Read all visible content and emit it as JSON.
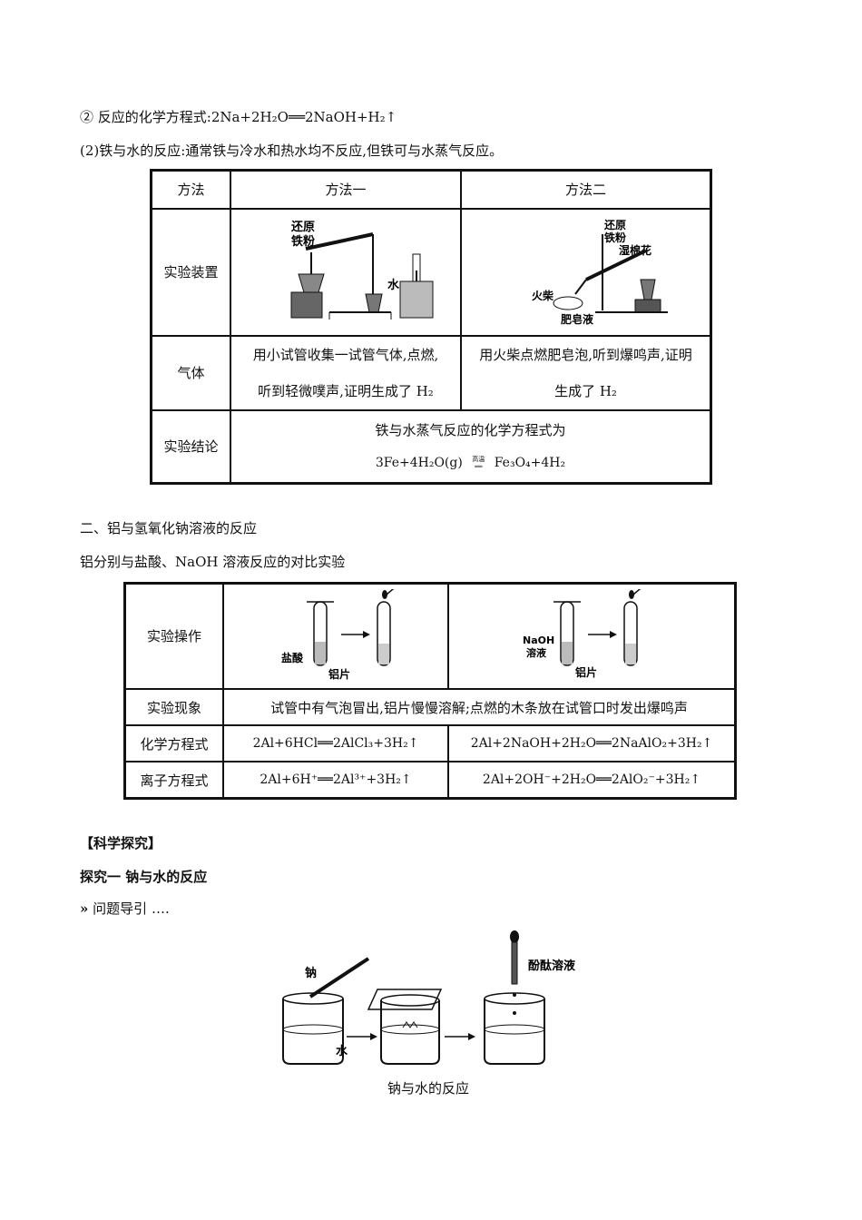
{
  "section1": {
    "line_equation": "② 反应的化学方程式:2Na+2H₂O══2NaOH+H₂↑",
    "line_iron": "(2)铁与水的反应:通常铁与冷水和热水均不反应,但铁可与水蒸气反应。"
  },
  "iron_table": {
    "h_method": "方法",
    "h_m1": "方法一",
    "h_m2": "方法二",
    "row_apparatus": "实验装置",
    "row_gas": "气体",
    "row_conclusion": "实验结论",
    "m1_labels": {
      "reduced_iron": "还原\n铁粉",
      "water": "水"
    },
    "m2_labels": {
      "reduced_iron": "还原\n铁粉",
      "wet_cotton": "湿棉花",
      "match": "火柴",
      "soap": "肥皂液"
    },
    "gas_m1_l1": "用小试管收集一试管气体,点燃,",
    "gas_m1_l2": "听到轻微噗声,证明生成了 H₂",
    "gas_m2_l1": "用火柴点燃肥皂泡,听到爆鸣声,证明",
    "gas_m2_l2": "生成了 H₂",
    "conclusion_l1": "铁与水蒸气反应的化学方程式为",
    "conclusion_eq_left": "3Fe+4H₂O(g)",
    "conclusion_cond_top": "高温",
    "conclusion_cond_bottom": "══",
    "conclusion_eq_right": "Fe₃O₄+4H₂"
  },
  "section2": {
    "title": "二、铝与氢氧化钠溶液的反应",
    "subtitle": "铝分别与盐酸、NaOH 溶液反应的对比实验"
  },
  "al_table": {
    "row_operation": "实验操作",
    "row_phenomenon": "实验现象",
    "row_chem_eq": "化学方程式",
    "row_ion_eq": "离子方程式",
    "op1_labels": {
      "acid": "盐酸",
      "al": "铝片"
    },
    "op2_labels": {
      "naoh": "NaOH\n溶液",
      "al": "铝片"
    },
    "phenomenon": "试管中有气泡冒出,铝片慢慢溶解;点燃的木条放在试管口时发出爆鸣声",
    "chem_eq_1": "2Al+6HCl══2AlCl₃+3H₂↑",
    "chem_eq_2": "2Al+2NaOH+2H₂O══2NaAlO₂+3H₂↑",
    "ion_eq_1": "2Al+6H⁺══2Al³⁺+3H₂↑",
    "ion_eq_2": "2Al+2OH⁻+2H₂O══2AlO₂⁻+3H₂↑"
  },
  "section3": {
    "science": "【科学探究】",
    "explore1": "探究一  钠与水的反应",
    "guide": "问题导引",
    "fig_labels": {
      "na": "钠",
      "water": "水",
      "phenol": "酚酞溶液"
    },
    "fig_caption": "钠与水的反应"
  }
}
